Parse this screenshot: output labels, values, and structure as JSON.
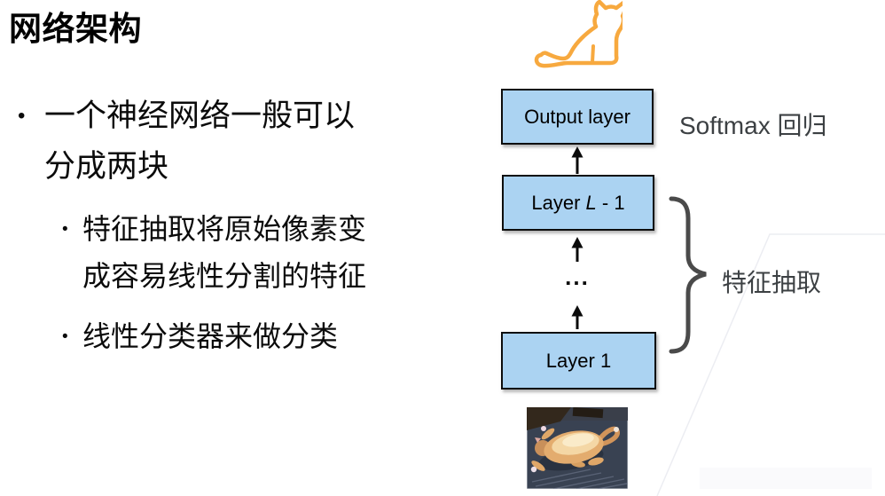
{
  "slide": {
    "title": "网络架构",
    "bullet_glyph": "•",
    "bullets": {
      "main_line1": "一个神经网络一般可以",
      "main_line2": "分成两块",
      "sub1_line1": "特征抽取将原始像素变",
      "sub1_line2": "成容易线性分割的特征",
      "sub2": "线性分类器来做分类"
    }
  },
  "diagram": {
    "output_layer": "Output layer",
    "softmax_label": "Softmax 回归",
    "layer_lm1": {
      "pre": "Layer ",
      "var": "L",
      "post": " - 1"
    },
    "dots": "...",
    "layer_1": "Layer 1",
    "feature_label": "特征抽取",
    "icons": {
      "top_icon": "sitting-cat-outline-icon",
      "bottom_image": "lying-orange-cat-photo"
    }
  },
  "colors": {
    "box_fill": "#ABD3F2",
    "box_border": "#0D0D0D",
    "cat_outline_orange": "#F7A93F",
    "side_label_gray": "#3C4043",
    "brace_gray": "#4A4A4A",
    "text_black": "#0B0B0B",
    "watermark_gray": "#ECEDF2"
  }
}
